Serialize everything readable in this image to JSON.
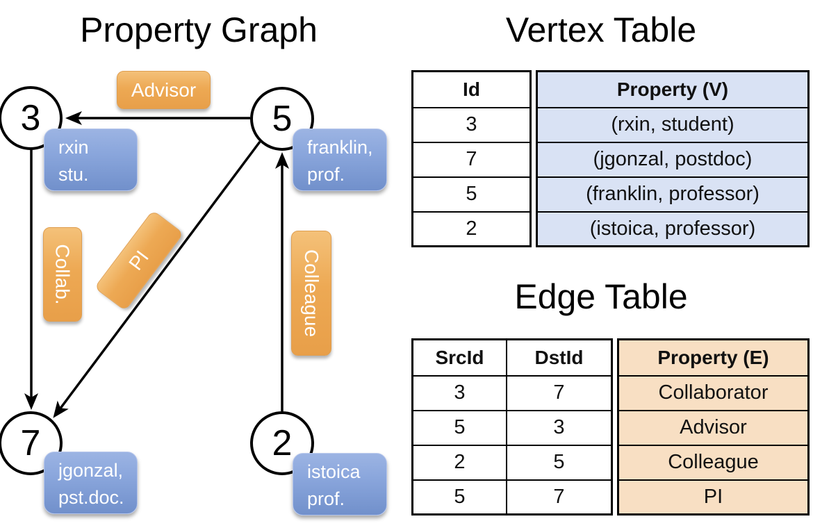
{
  "graph": {
    "title": "Property Graph",
    "nodes": [
      {
        "id": "3",
        "prop_line1": "rxin",
        "prop_line2": "stu."
      },
      {
        "id": "5",
        "prop_line1": "franklin,",
        "prop_line2": "prof."
      },
      {
        "id": "7",
        "prop_line1": "jgonzal,",
        "prop_line2": "pst.doc."
      },
      {
        "id": "2",
        "prop_line1": "istoica",
        "prop_line2": "prof."
      }
    ],
    "edge_labels": {
      "advisor": "Advisor",
      "collab": "Collab.",
      "pi": "PI",
      "colleague": "Colleague"
    }
  },
  "vertex_table": {
    "title": "Vertex Table",
    "columns": [
      "Id",
      "Property (V)"
    ],
    "rows": [
      [
        "3",
        "(rxin, student)"
      ],
      [
        "7",
        "(jgonzal, postdoc)"
      ],
      [
        "5",
        "(franklin, professor)"
      ],
      [
        "2",
        "(istoica, professor)"
      ]
    ]
  },
  "edge_table": {
    "title": "Edge Table",
    "columns": [
      "SrcId",
      "DstId",
      "Property (E)"
    ],
    "rows": [
      [
        "3",
        "7",
        "Collaborator"
      ],
      [
        "5",
        "3",
        "Advisor"
      ],
      [
        "2",
        "5",
        "Colleague"
      ],
      [
        "5",
        "7",
        "PI"
      ]
    ]
  },
  "colors": {
    "edge_label_orange": "#e9a14d",
    "vertex_prop_blue": "#7d9bd3",
    "vertex_table_fill": "#d9e2f4",
    "edge_table_fill": "#f8dfc3",
    "line_black": "#000000"
  }
}
